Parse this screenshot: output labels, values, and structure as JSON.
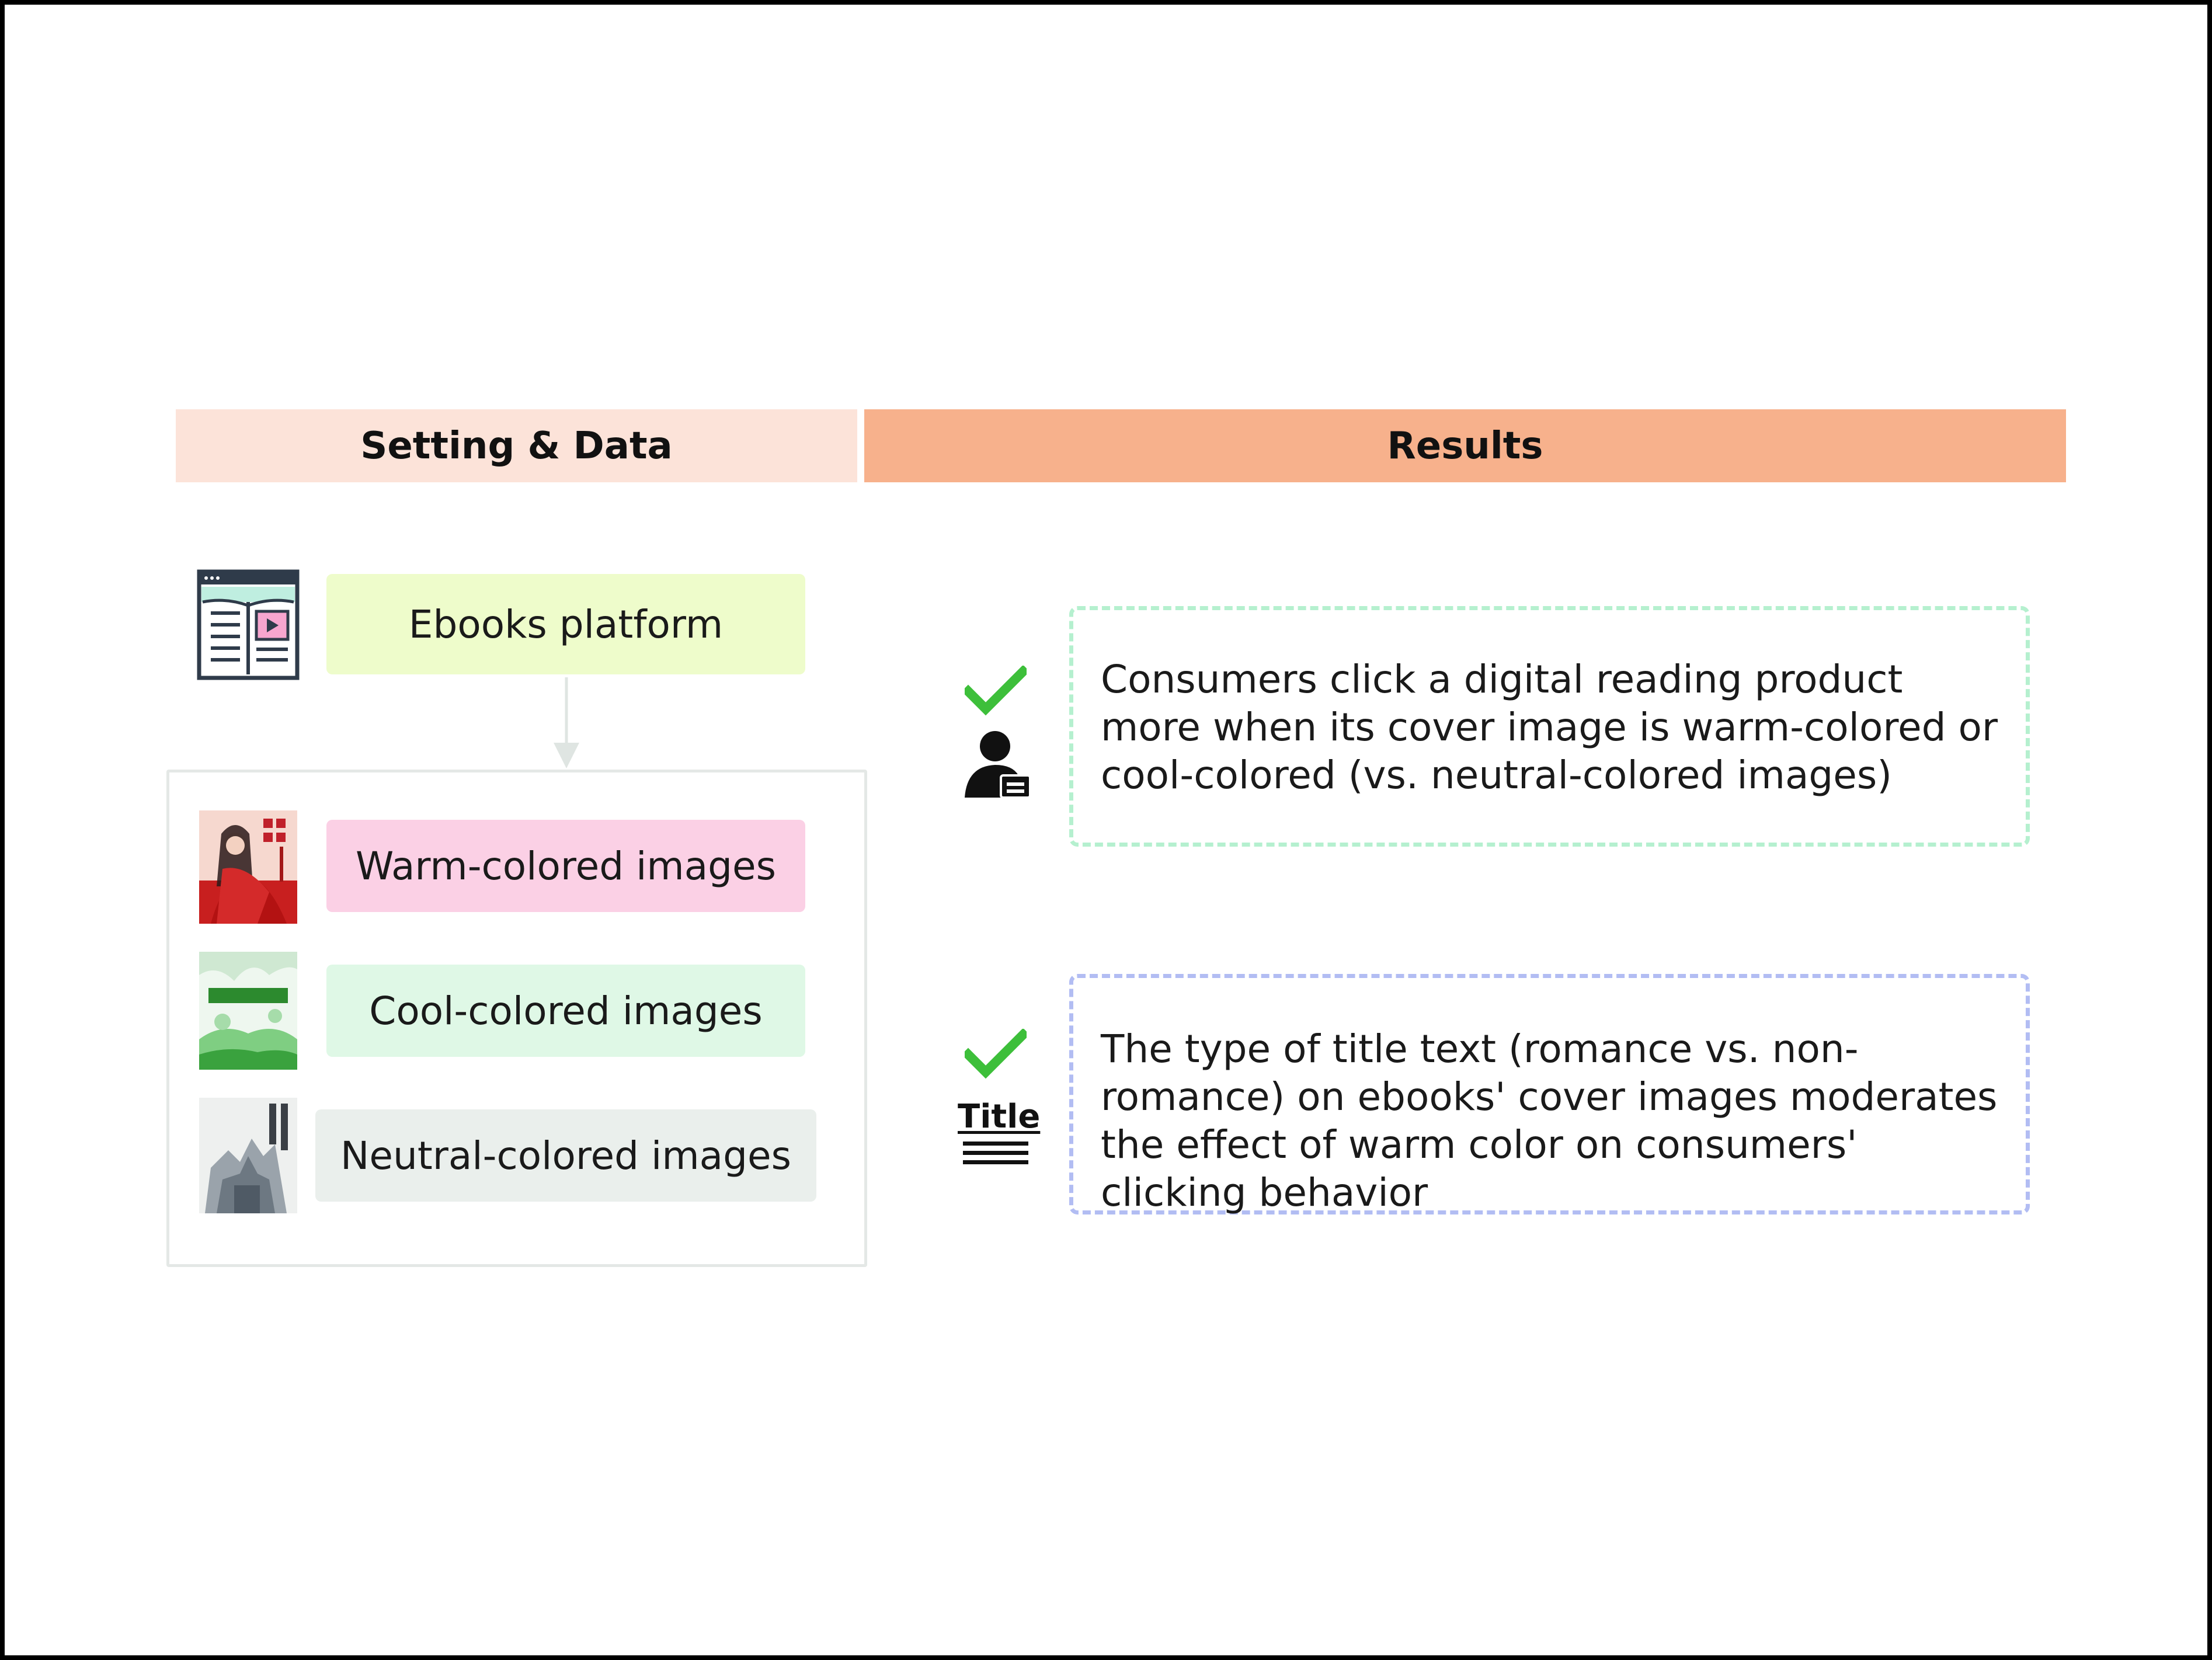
{
  "headers": {
    "setting_data": "Setting & Data",
    "results": "Results"
  },
  "setting": {
    "platform_label": "Ebooks platform",
    "conditions": [
      {
        "label": "Warm-colored images",
        "cover_icon": "warm-cover-thumbnail"
      },
      {
        "label": "Cool-colored images",
        "cover_icon": "cool-cover-thumbnail"
      },
      {
        "label": "Neutral-colored images",
        "cover_icon": "neutral-cover-thumbnail"
      }
    ],
    "platform_icon": "ebook-reader-icon"
  },
  "results": [
    {
      "text": "Consumers click a digital reading product more when its cover image is warm-colored or cool-colored (vs. neutral-colored images)",
      "icon": "consumer-icon",
      "status": "supported"
    },
    {
      "text": "The type of title text (romance vs. non-romance) on ebooks' cover images moderates the effect of warm color on consumers' clicking behavior",
      "icon": "title-text-icon",
      "icon_label": "Title",
      "status": "supported"
    }
  ],
  "colors": {
    "header_left": "#fce3d9",
    "header_right": "#f7b18c",
    "platform": "#eefccb",
    "warm": "#fbd0e5",
    "cool": "#dff8e6",
    "neutral": "#eaefec",
    "check": "#3dbf3a",
    "result_1_border": "#b5f0cf",
    "result_2_border": "#b2bdf3"
  }
}
